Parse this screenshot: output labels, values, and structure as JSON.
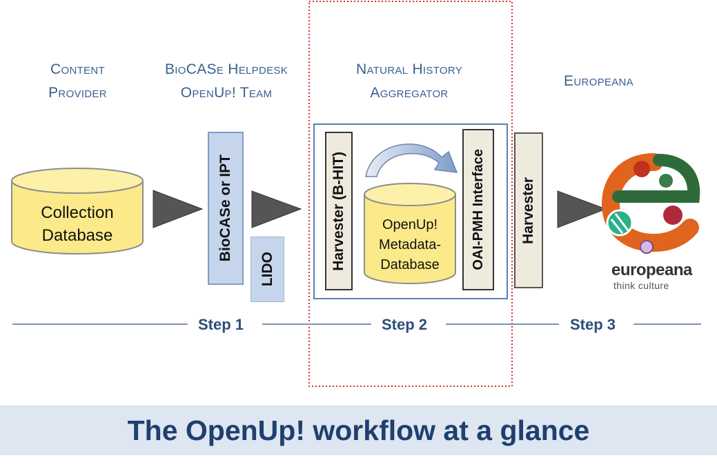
{
  "columns": {
    "content_provider": [
      "Content",
      "Provider"
    ],
    "helpdesk": [
      "BioCASe Helpdesk",
      "OpenUp! Team"
    ],
    "aggregator": [
      "Natural History",
      "Aggregator"
    ],
    "europeana": [
      "Europeana"
    ]
  },
  "nodes": {
    "collection_db": [
      "Collection",
      "Database"
    ],
    "biocase_ipt": "BioCASe or IPT",
    "lido": "LIDO",
    "harvester_bhit": "Harvester (B-HIT)",
    "openup_db": [
      "OpenUp!",
      "Metadata-",
      "Database"
    ],
    "oai_pmh": "OAI-PMH Interface",
    "harvester": "Harvester"
  },
  "logo": {
    "name": "europeana",
    "tagline": "think culture"
  },
  "steps": [
    "Step 1",
    "Step 2",
    "Step 3"
  ],
  "caption": "The OpenUp! workflow at a glance",
  "colors": {
    "title_blue": "#3a5f8f",
    "cylinder_fill": "#fbe98a",
    "box_blue": "#c5d6ec",
    "box_beige": "#eeeade",
    "highlight_red": "#d0312d",
    "caption_bg": "#dde6f1",
    "caption_text": "#1f3f6e"
  }
}
